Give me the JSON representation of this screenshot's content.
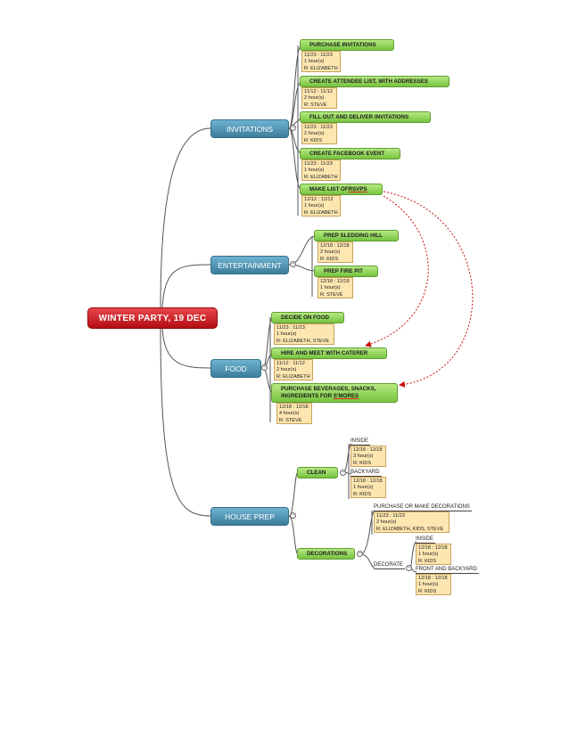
{
  "root": "WINTER PARTY,  19 DEC",
  "branches": {
    "invitations": "INVITATIONS",
    "entertainment": "ENTERTAINMENT",
    "food": "FOOD",
    "house_prep": "HOUSE PREP"
  },
  "tasks": {
    "purchase_invitations": {
      "title": "PURCHASE INVITATIONS",
      "dates": "11/23 : 11/23",
      "hours": "1 hour(s)",
      "resource": "R: ELIZABETH"
    },
    "create_attendee_list": {
      "title": "CREATE ATTENDEE LIST, WITH ADDRESSES",
      "dates": "11/12 : 11/12",
      "hours": "2 hour(s)",
      "resource": "R: STEVE"
    },
    "fill_out_invitations": {
      "title": "FILL OUT AND DELIVER INVITATIONS",
      "dates": "11/23 : 11/23",
      "hours": "2 hour(s)",
      "resource": "R: KIDS"
    },
    "create_facebook_event": {
      "title": "CREATE FACEBOOK EVENT",
      "dates": "11/23 : 11/23",
      "hours": "1 hour(s)",
      "resource": "R: ELIZABETH"
    },
    "make_list_rsvps": {
      "title_a": "MAKE LIST OF ",
      "title_b": "RSVPS",
      "dates": "12/12 : 12/12",
      "hours": "1 hour(s)",
      "resource": "R: ELIZABETH"
    },
    "prep_sledding_hill": {
      "title": "PREP SLEDDING HILL",
      "dates": "12/18 : 12/18",
      "hours": "2 hour(s)",
      "resource": "R: KIDS"
    },
    "prep_fire_pit": {
      "title": "PREP FIRE PIT",
      "dates": "12/18 : 12/19",
      "hours": "1 hour(s)",
      "resource": "R: STEVE"
    },
    "decide_on_food": {
      "title": "DECIDE ON FOOD",
      "dates": "11/23 : 11/23",
      "hours": "1 hour(s)",
      "resource": "R: ELIZABETH, STEVE"
    },
    "hire_caterer": {
      "title": "HIRE AND MEET WITH CATERER",
      "dates": "11/12 : 11/12",
      "hours": "2 hour(s)",
      "resource": "R: ELIZABETH"
    },
    "purchase_beverages": {
      "title_a": "PURCHASE BEVERAGES, SNACKS,",
      "title_b": "INGREDIENTS FOR ",
      "title_c": "S'MORES",
      "dates": "12/18 : 12/18",
      "hours": "4 hour(s)",
      "resource": "R: STEVE"
    },
    "clean": {
      "title": "CLEAN"
    },
    "decorations": {
      "title": "DECORATIONS"
    }
  },
  "subtasks": {
    "clean_inside": {
      "title": "INSIDE",
      "dates": "12/18 : 12/18",
      "hours": "3 hour(s)",
      "resource": "R: KIDS"
    },
    "clean_backyard": {
      "title": "BACKYARD",
      "dates": "12/18 : 12/18",
      "hours": "1 hour(s)",
      "resource": "R: KIDS"
    },
    "purchase_decorations": {
      "title": "PURCHASE OR MAKE DECORATIONS",
      "dates": "11/23 : 11/23",
      "hours": "2 hour(s)",
      "resource": "R: ELIZABETH, KIDS, STEVE"
    },
    "decorate": {
      "title": "DECORATE"
    },
    "decorate_inside": {
      "title": "INSIDE",
      "dates": "12/18 : 12/18",
      "hours": "1 hour(s)",
      "resource": "R: KIDS"
    },
    "decorate_front": {
      "title": "FRONT AND BACKYARD",
      "dates": "12/18 : 12/18",
      "hours": "1 hour(s)",
      "resource": "R: KIDS"
    }
  },
  "colors": {
    "root": "#c8161d",
    "branch": "#4a90b0",
    "task": "#8fd15a",
    "info": "#fde6b0",
    "dependency_arrow": "#cc1111",
    "connector": "#555555"
  }
}
